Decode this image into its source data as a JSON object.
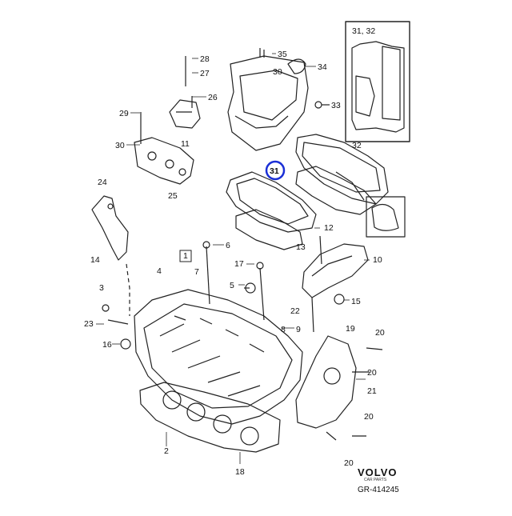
{
  "callouts": [
    "1",
    "2",
    "3",
    "4",
    "5",
    "6",
    "7",
    "8",
    "9",
    "10",
    "11",
    "12",
    "13",
    "14",
    "15",
    "16",
    "17",
    "18",
    "19",
    "20",
    "21",
    "22",
    "23",
    "24",
    "25",
    "26",
    "27",
    "28",
    "29",
    "30",
    "31",
    "32",
    "33",
    "34",
    "35"
  ],
  "highlight": {
    "label": "31",
    "color": "#1a2fd6"
  },
  "inset_label": "31, 32",
  "brand": "VOLVO",
  "brand_sub": "CAR PARTS",
  "diagram_code": "GR-414245"
}
